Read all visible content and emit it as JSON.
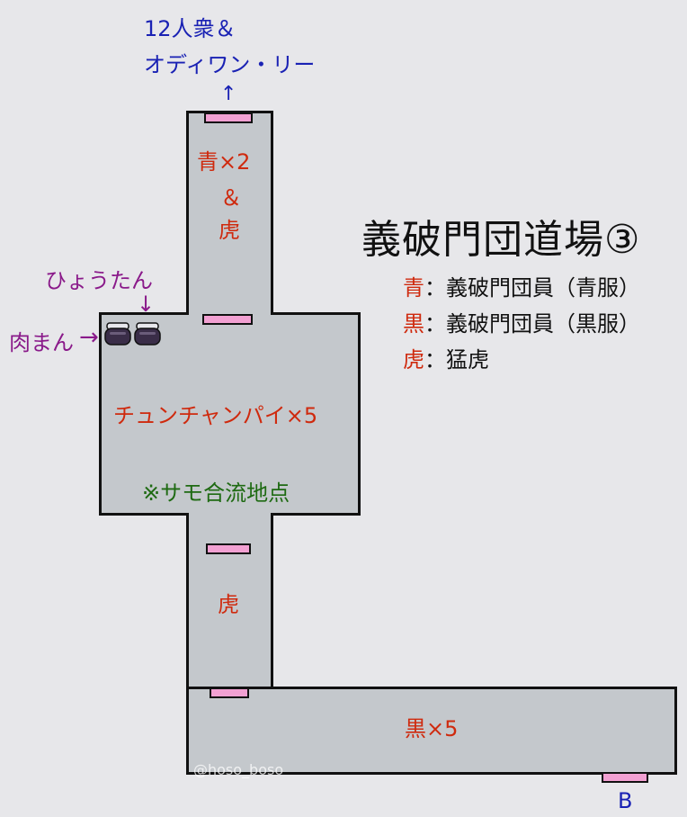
{
  "map": {
    "title": "義破門団道場③",
    "exit_top": {
      "line1": "12人衆＆",
      "line2": "オディワン・リー",
      "arrow": "↑"
    },
    "exit_bottom": {
      "label": "B"
    },
    "rooms": {
      "top": {
        "line1": "青×2",
        "line2": "＆",
        "line3": "虎"
      },
      "main": {
        "enemies": "チュンチャンパイ×5",
        "note": "※サモ合流地点"
      },
      "middle": {
        "enemies": "虎"
      },
      "bottom": {
        "enemies": "黒×5"
      }
    },
    "items": {
      "gourd": {
        "label": "ひょうたん",
        "arrow": "↓"
      },
      "meat_bun": {
        "label": "肉まん",
        "arrow": "→"
      }
    },
    "legend": [
      {
        "key": "青",
        "sep": "：",
        "desc": "義破門団員（青服）"
      },
      {
        "key": "黒",
        "sep": "：",
        "desc": "義破門団員（黒服）"
      },
      {
        "key": "虎",
        "sep": "：",
        "desc": "猛虎"
      }
    ],
    "watermark": "@hoso_boso",
    "colors": {
      "enemy_text": "#cf2a0e",
      "exit_text": "#1a22b4",
      "item_text": "#8a1a8a",
      "note_text": "#1e6a12",
      "door": "#f2a0d2",
      "room": "#c4c8cc"
    },
    "icons": [
      "pot-icon",
      "arrow-down-icon",
      "arrow-right-icon",
      "arrow-up-icon"
    ]
  }
}
